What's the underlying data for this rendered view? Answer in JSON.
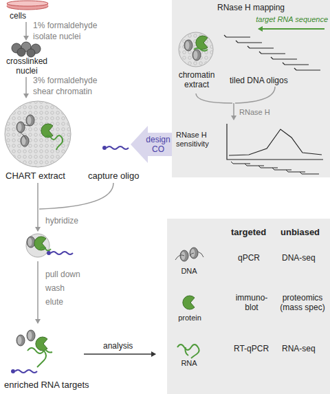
{
  "diagram": {
    "nodes": [
      {
        "text": [
          "RNase H mapping"
        ]
      }
    ],
    "labels": [
      "cells",
      "1% formaldehyde",
      "isolate nuclei",
      "crosslinked nuclei",
      "3% formaldehyde",
      "shear chromatin",
      "CHART extract",
      "capture oligo",
      "design CO",
      "target RNA sequence",
      "chromatin extract",
      "tiled DNA oligos",
      "RNase H",
      "RNase H sensitivity",
      "hybridize",
      "pull down",
      "wash",
      "elute",
      "enriched RNA targets",
      "analysis",
      "targeted",
      "unbiased",
      "qPCR",
      "DNA-seq",
      "immuno-blot",
      "proteomics (mass spec)",
      "RT-qPCR",
      "RNA-seq",
      "DNA",
      "protein",
      "RNA"
    ]
  }
}
